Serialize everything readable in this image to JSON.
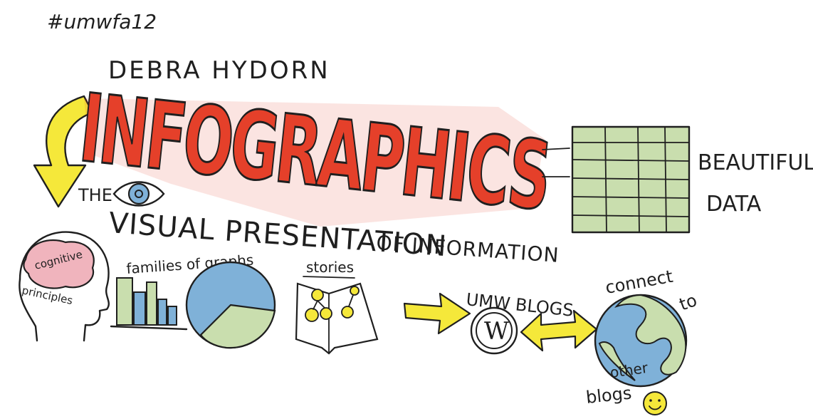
{
  "hashtag": "#umwfa12",
  "speaker": "DEBRA HYDORN",
  "title": "INFOGRAPHICS",
  "subtitle": {
    "the": "THE",
    "line1": "VISUAL PRESENTATION",
    "line2": "OF INFORMATION"
  },
  "data_label": {
    "line1": "BEAUTIFUL",
    "line2": "DATA"
  },
  "brain": {
    "top": "cognitive",
    "bottom": "principles"
  },
  "graphs_label": "families of graphs",
  "stories_label": "stories",
  "umw_blogs_label": "UMW BLOGS",
  "wordpress_glyph": "W",
  "connect_to": {
    "line1": "connect",
    "line2": "to"
  },
  "other_blogs": {
    "line1": "other",
    "line2": "blogs"
  },
  "colors": {
    "red": "#e5402a",
    "yellow": "#f5e83a",
    "green": "#c9deae",
    "blue": "#7fb1d8",
    "pink": "#f0b4bd",
    "ink": "#1f1f1f"
  }
}
